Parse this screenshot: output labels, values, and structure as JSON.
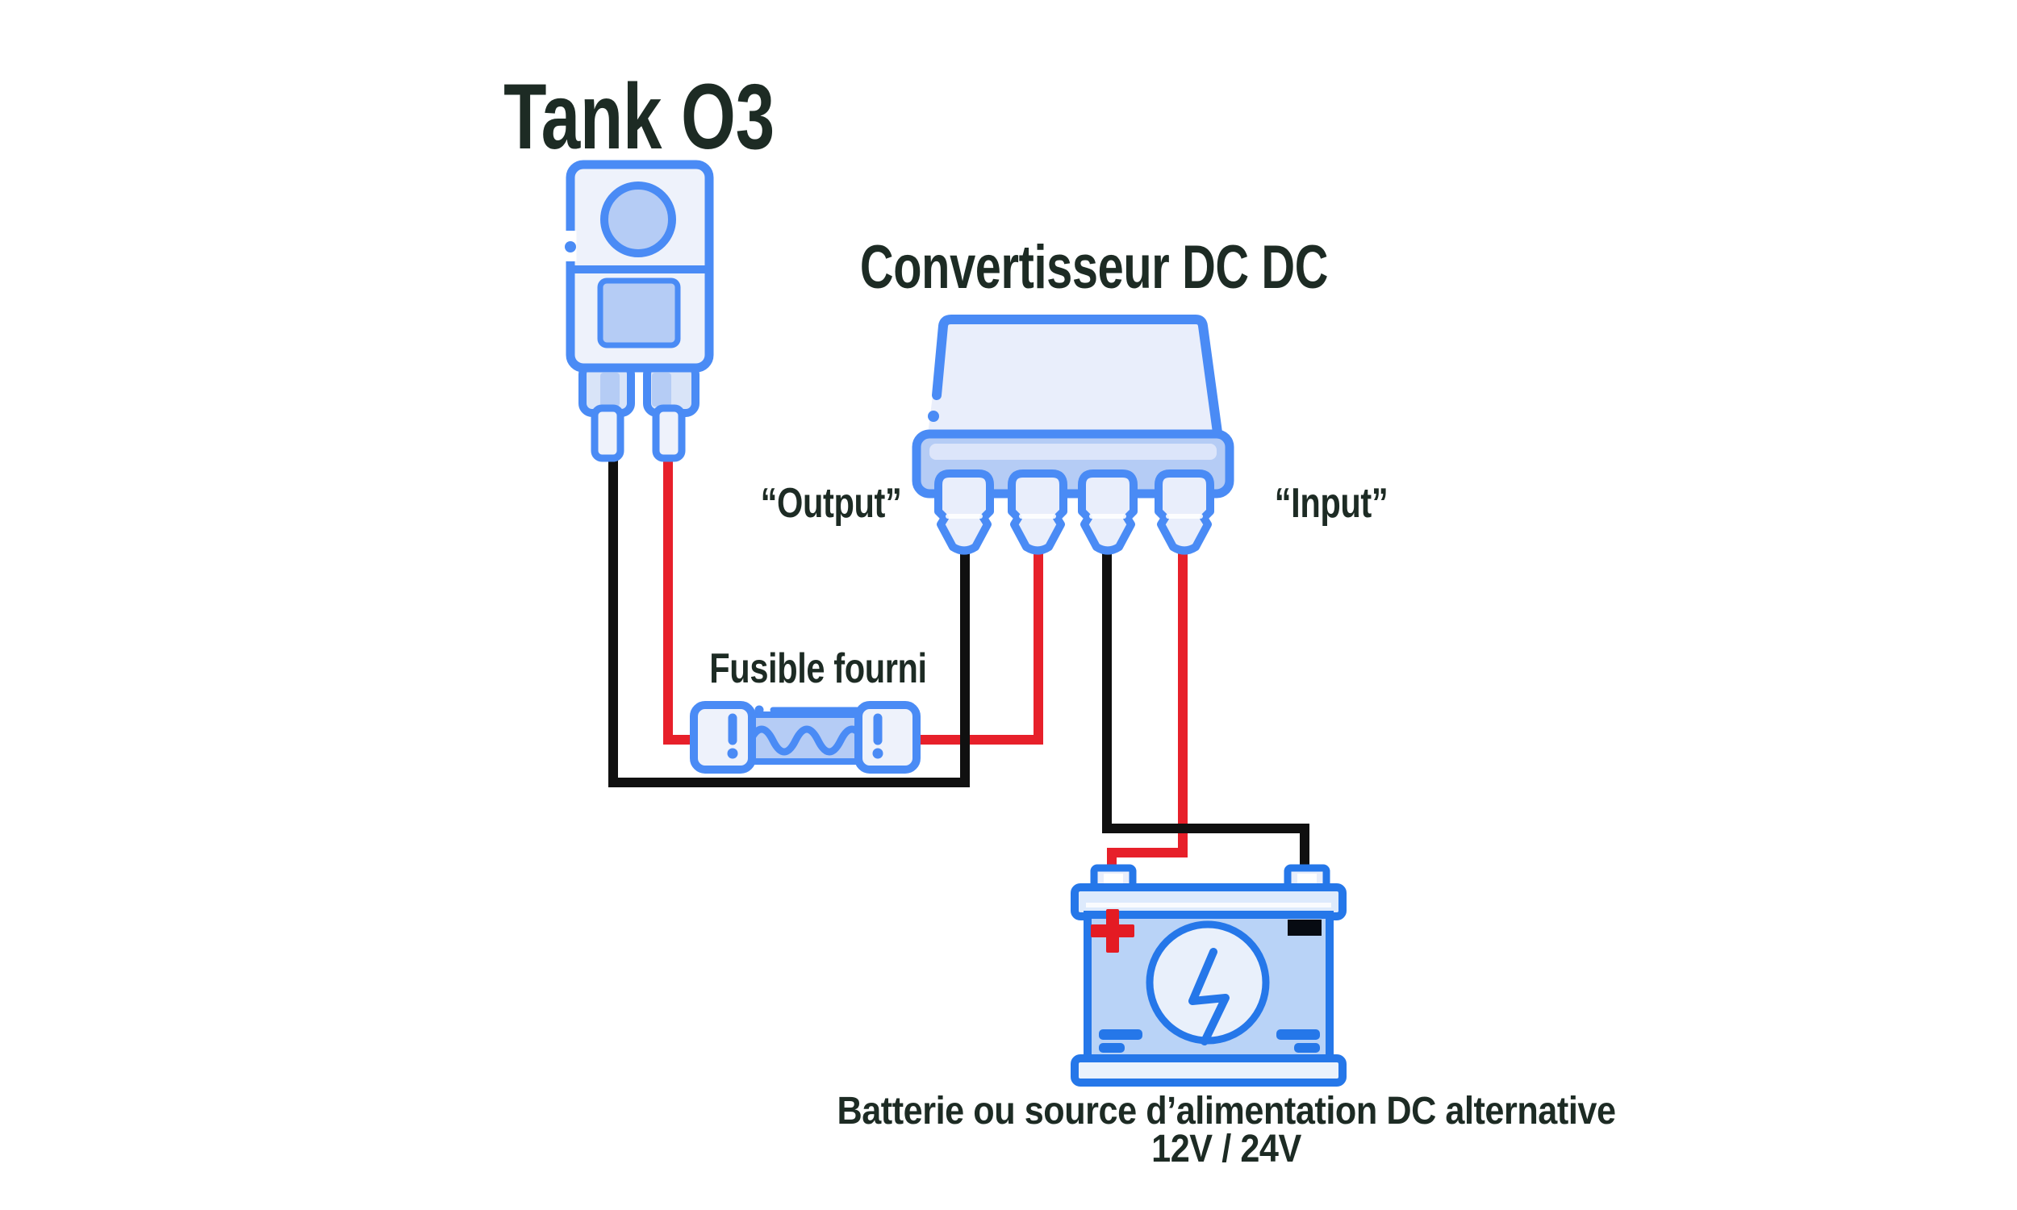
{
  "title": {
    "text": "Tank O3"
  },
  "labels": {
    "converter": "Convertisseur DC DC",
    "output": "“Output”",
    "input": "“Input”",
    "fuse": "Fusible fourni",
    "battery_caption_line1": "Batterie ou source d’alimentation DC alternative",
    "battery_caption_line2": "12V / 24V"
  },
  "icons": {
    "tank_device": "tank-o3-plug-device-icon",
    "converter": "dc-dc-converter-icon",
    "fuse": "fuse-icon",
    "battery": "battery-icon",
    "battery_plus_mark": "plus-terminal-mark",
    "battery_minus_mark": "minus-terminal-mark",
    "battery_bolt": "lightning-bolt-icon"
  },
  "wires": [
    {
      "name": "output-negative-wire",
      "color": "black",
      "from": "tank left pin",
      "to": "converter terminal 1"
    },
    {
      "name": "output-positive-wire",
      "color": "red",
      "from": "tank right pin",
      "to": "converter terminal 2 via fuse"
    },
    {
      "name": "input-negative-wire",
      "color": "black",
      "from": "converter terminal 3",
      "to": "battery negative post"
    },
    {
      "name": "input-positive-wire",
      "color": "red",
      "from": "converter terminal 4",
      "to": "battery positive post"
    }
  ],
  "colors": {
    "background": "#ffffff",
    "text_dark": "#1d2b24",
    "icon_blue": "#4a8bf5",
    "battery_blue": "#2577e9",
    "fill_light": "#e9eefb",
    "fill_lighter": "#eef2fb",
    "fill_medium": "#b5ccf5",
    "battery_fill": "#b9d3f7",
    "prong_fill": "#d9e4f8",
    "rail_fill": "#ddeafc",
    "rail_fill_bottom": "#eaf2fc",
    "circle_fill": "#e9f0fb",
    "wire_red": "#e7202a",
    "wire_black": "#101010",
    "plus_red": "#e41b23",
    "minus_black": "#070b12"
  }
}
